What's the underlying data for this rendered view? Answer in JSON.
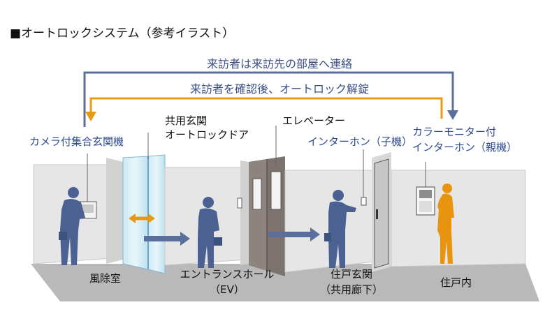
{
  "title": "■オートロックシステム（参考イラスト）",
  "flows": {
    "visitor_contacts": "来訪者は来訪先の部屋へ連絡",
    "confirm_unlock": "来訪者を確認後、オートロック解錠"
  },
  "labels": {
    "camera_panel": "カメラ付集合玄関機",
    "autolock_door_line1": "共用玄関",
    "autolock_door_line2": "オートロックドア",
    "elevator": "エレベーター",
    "intercom_child": "インターホン（子機）",
    "monitor_line1": "カラーモニター付",
    "monitor_line2": "インターホン（親機）"
  },
  "rooms": {
    "windbreak": "風除室",
    "entrance_hall_line1": "エントランスホール",
    "entrance_hall_line2": "（EV）",
    "unit_entrance_line1": "住戸玄関",
    "unit_entrance_line2": "（共用廊下）",
    "unit_interior": "住戸内"
  },
  "colors": {
    "blue_arrow": "#5a6f9b",
    "orange_arrow": "#e59a14",
    "figure_visitor": "#4a6192",
    "figure_resident": "#e8940f",
    "floor": "#b7b7b7",
    "wall": "#e4e4e4"
  }
}
